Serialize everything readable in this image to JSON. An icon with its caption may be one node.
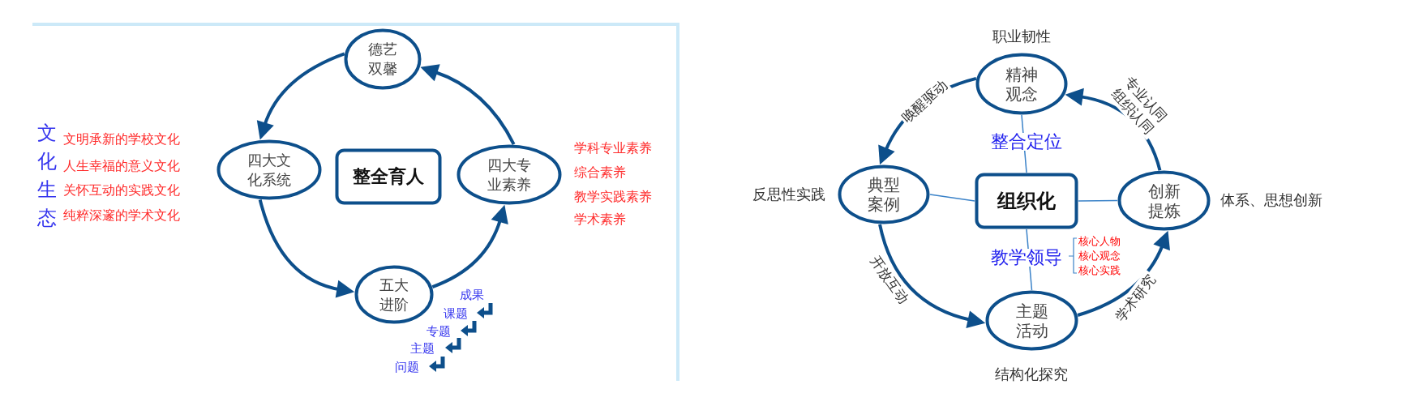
{
  "diagram": {
    "nodes": [
      {
        "text": [
          "德艺双馨"
        ]
      },
      {
        "text": [
          "四大文化系统"
        ]
      },
      {
        "text": [
          "整全育人"
        ]
      },
      {
        "text": [
          "四大专业素养"
        ]
      },
      {
        "text": [
          "五大进阶"
        ]
      },
      {
        "text": [
          "精神观念"
        ],
        "beside": [
          "职业韧性"
        ]
      },
      {
        "text": [
          "典型案例"
        ],
        "beside": [
          "反思性实践"
        ]
      },
      {
        "text": [
          "组织化"
        ]
      },
      {
        "text": [
          "创新提炼"
        ],
        "beside": [
          "体系、思想创新"
        ]
      },
      {
        "text": [
          "主题活动"
        ],
        "beside": [
          "结构化探究"
        ]
      }
    ],
    "edges": [
      {
        "from": 0,
        "to": 1,
        "arrow": "to"
      },
      {
        "from": 1,
        "to": 4,
        "arrow": "to"
      },
      {
        "from": 4,
        "to": 3,
        "arrow": "to"
      },
      {
        "from": 3,
        "to": 0,
        "arrow": "to"
      },
      {
        "from": 5,
        "to": 6,
        "arrow": "to",
        "label": "唤醒驱动"
      },
      {
        "from": 6,
        "to": 9,
        "arrow": "to",
        "label": "开放互动"
      },
      {
        "from": 9,
        "to": 8,
        "arrow": "to",
        "label": "学术研究"
      },
      {
        "from": 8,
        "to": 5,
        "arrow": "to",
        "label": "专业认同组织认同"
      },
      {
        "from": 7,
        "to": 5,
        "arrow": "none",
        "color": "#3a82c8",
        "label": "整合定位"
      },
      {
        "from": 7,
        "to": 6,
        "arrow": "none",
        "color": "#3a82c8"
      },
      {
        "from": 7,
        "to": 8,
        "arrow": "none",
        "color": "#3a82c8"
      },
      {
        "from": 7,
        "to": 9,
        "arrow": "none",
        "color": "#3a82c8",
        "label": "教学领导"
      }
    ],
    "labels": [
      "文化生态",
      "文明承新的学校文化",
      "人生幸福的意义文化",
      "关怀互动的实践文化",
      "纯粹深邃的学术文化",
      "学科专业素养",
      "综合素养",
      "教学实践素养",
      "学术素养",
      "成果",
      "课题",
      "专题",
      "主题",
      "问题",
      "核心人物",
      "核心观念",
      "核心实践"
    ]
  }
}
